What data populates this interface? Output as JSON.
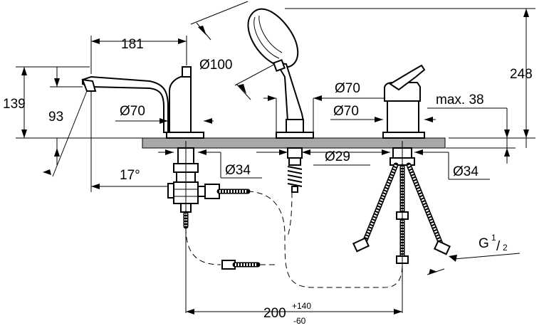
{
  "dimensions": {
    "d181": "181",
    "d100": "Ø100",
    "d248": "248",
    "d139": "139",
    "d93": "93",
    "d70_spout": "Ø70",
    "d70_shower": "Ø70",
    "d70_mixer": "Ø70",
    "dmax38": "max. 38",
    "d29": "Ø29",
    "d34_left": "Ø34",
    "d34_right": "Ø34",
    "d17": "17°",
    "d200": "200",
    "d200_plus": "+140",
    "d200_minus": "-60",
    "thread_g": "G",
    "thread_num": "1",
    "thread_den": "2"
  }
}
